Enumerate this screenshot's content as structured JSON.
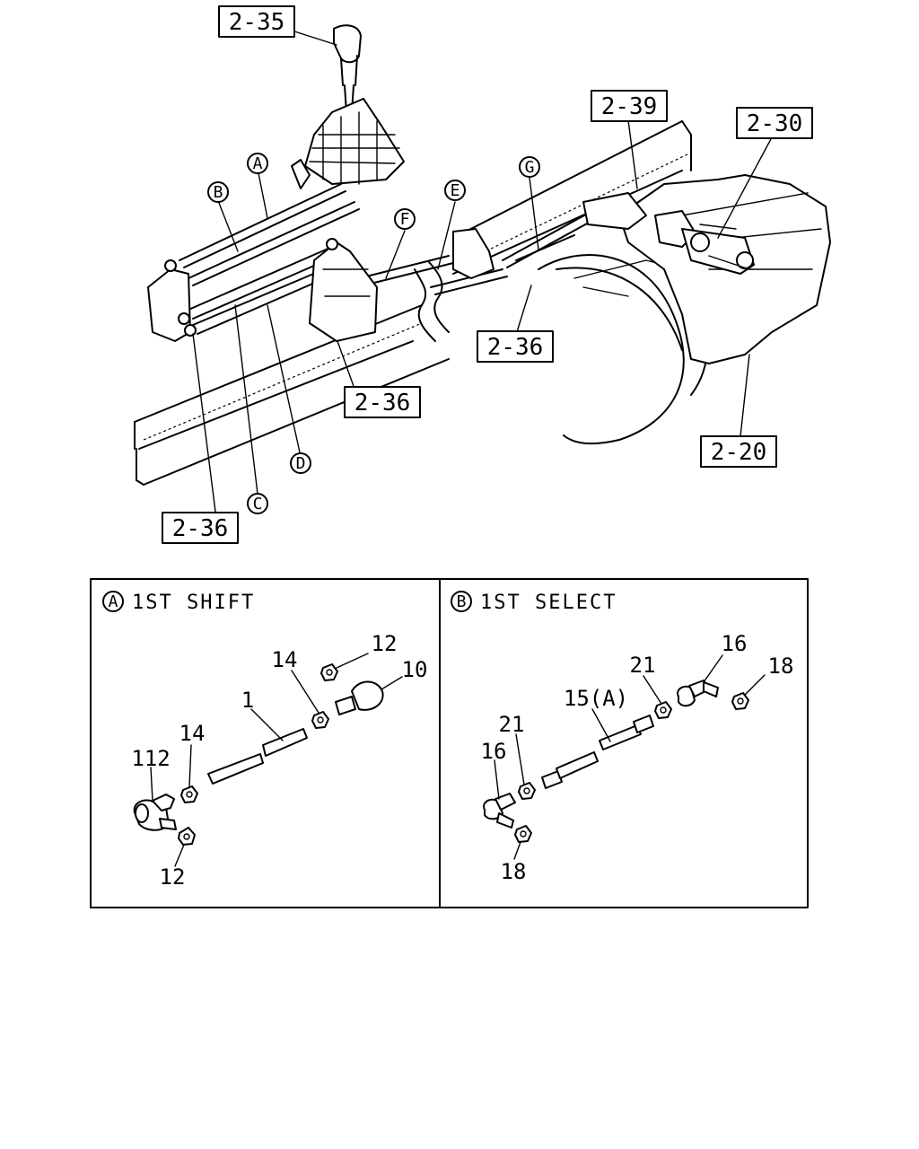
{
  "refs": {
    "r235": "2-35",
    "r239": "2-39",
    "r230": "2-30",
    "r236a": "2-36",
    "r236b": "2-36",
    "r236c": "2-36",
    "r220": "2-20"
  },
  "cables": {
    "a": "A",
    "b": "B",
    "c": "C",
    "d": "D",
    "e": "E",
    "f": "F",
    "g": "G"
  },
  "panel_left": {
    "letter": "A",
    "title": "1ST SHIFT",
    "parts": {
      "p112": "112",
      "p14a": "14",
      "p12a": "12",
      "p1": "1",
      "p14b": "14",
      "p12b": "12",
      "p10": "10"
    }
  },
  "panel_right": {
    "letter": "B",
    "title": "1ST SELECT",
    "parts": {
      "p16a": "16",
      "p21a": "21",
      "p18a": "18",
      "p15": "15(A)",
      "p21b": "21",
      "p16b": "16",
      "p18b": "18"
    }
  }
}
